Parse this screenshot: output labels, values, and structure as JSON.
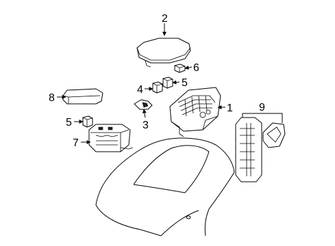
{
  "callouts": {
    "c1": "1",
    "c2": "2",
    "c3": "3",
    "c4": "4",
    "c5a": "5",
    "c5b": "5",
    "c6": "6",
    "c7": "7",
    "c8": "8",
    "c9": "9"
  },
  "colors": {
    "line": "#000000",
    "background": "#ffffff"
  }
}
